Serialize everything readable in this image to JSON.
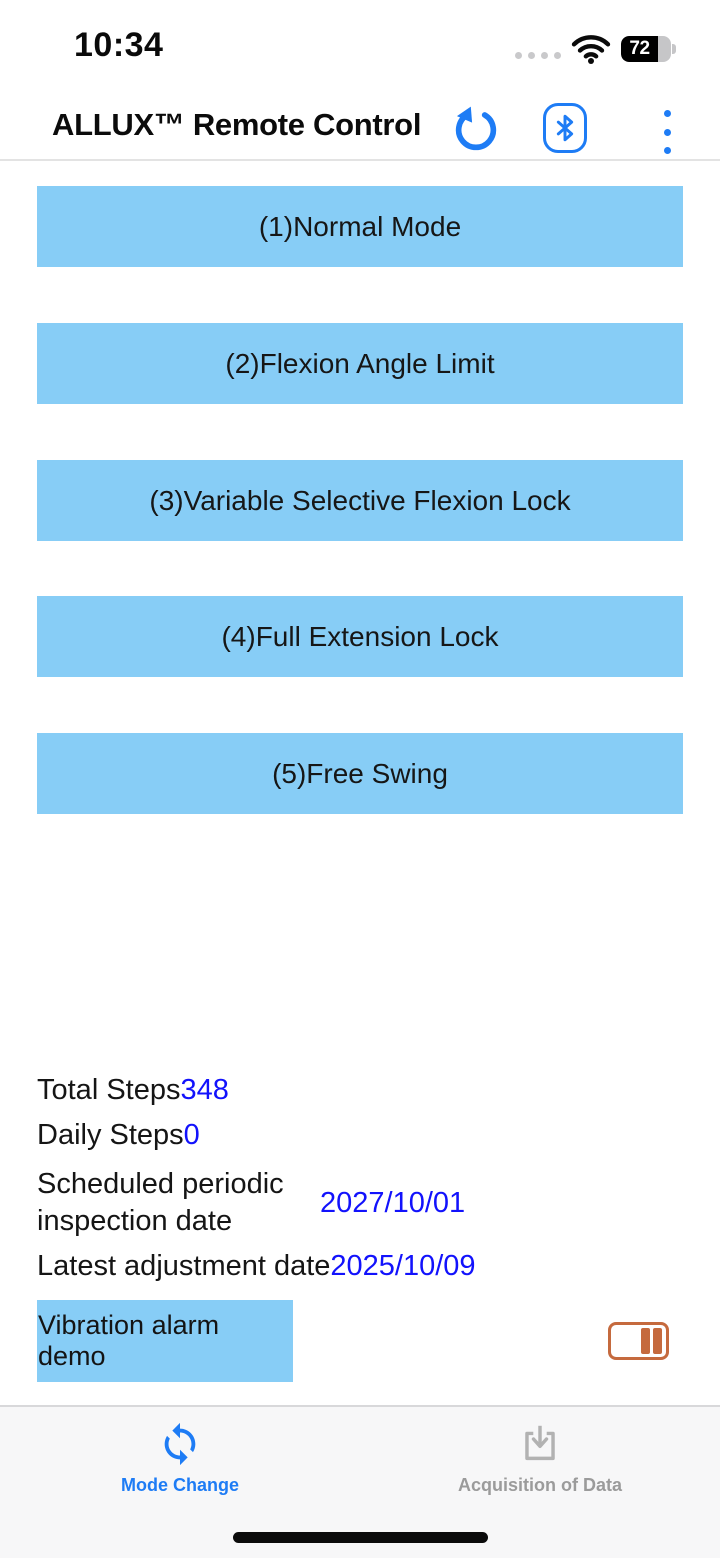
{
  "status_bar": {
    "time": "10:34",
    "battery_percent": "72"
  },
  "header": {
    "title": "ALLUX™ Remote Control"
  },
  "mode_buttons": [
    {
      "label": "(1)Normal Mode"
    },
    {
      "label": "(2)Flexion Angle Limit"
    },
    {
      "label": "(3)Variable Selective Flexion Lock"
    },
    {
      "label": "(4)Full Extension Lock"
    },
    {
      "label": "(5)Free Swing"
    }
  ],
  "stats": {
    "total_steps": {
      "label": "Total Steps",
      "value": "348"
    },
    "daily_steps": {
      "label": "Daily Steps",
      "value": "0"
    },
    "inspection": {
      "label": "Scheduled periodic inspection date",
      "value": "2027/10/01"
    },
    "adjustment": {
      "label": "Latest adjustment date",
      "value": "2025/10/09"
    }
  },
  "vibration_demo": {
    "label": "Vibration alarm demo",
    "toggle_state": "on"
  },
  "tab_bar": {
    "tabs": [
      {
        "label": "Mode Change",
        "active": true
      },
      {
        "label": "Acquisition of Data",
        "active": false
      }
    ]
  },
  "icons": {
    "refresh": "↺ circular-arrow",
    "bluetooth": "bluetooth-rune in rounded outline",
    "menu": "⋮ vertical-ellipsis",
    "wifi": "wifi-arcs",
    "battery": "battery-pill with percent",
    "mode_change_tab": "sync-arrows",
    "acquisition_tab": "download-into-tray",
    "vibration_toggle": "orange switch, handle right"
  },
  "colors": {
    "accent_blue": "#1e7cf5",
    "button_blue": "#87cdf6",
    "value_blue": "#1212fc",
    "toggle_orange": "#c56a3e",
    "tabbar_bg": "#f7f7f8",
    "tab_inactive": "#9b9b9b"
  }
}
